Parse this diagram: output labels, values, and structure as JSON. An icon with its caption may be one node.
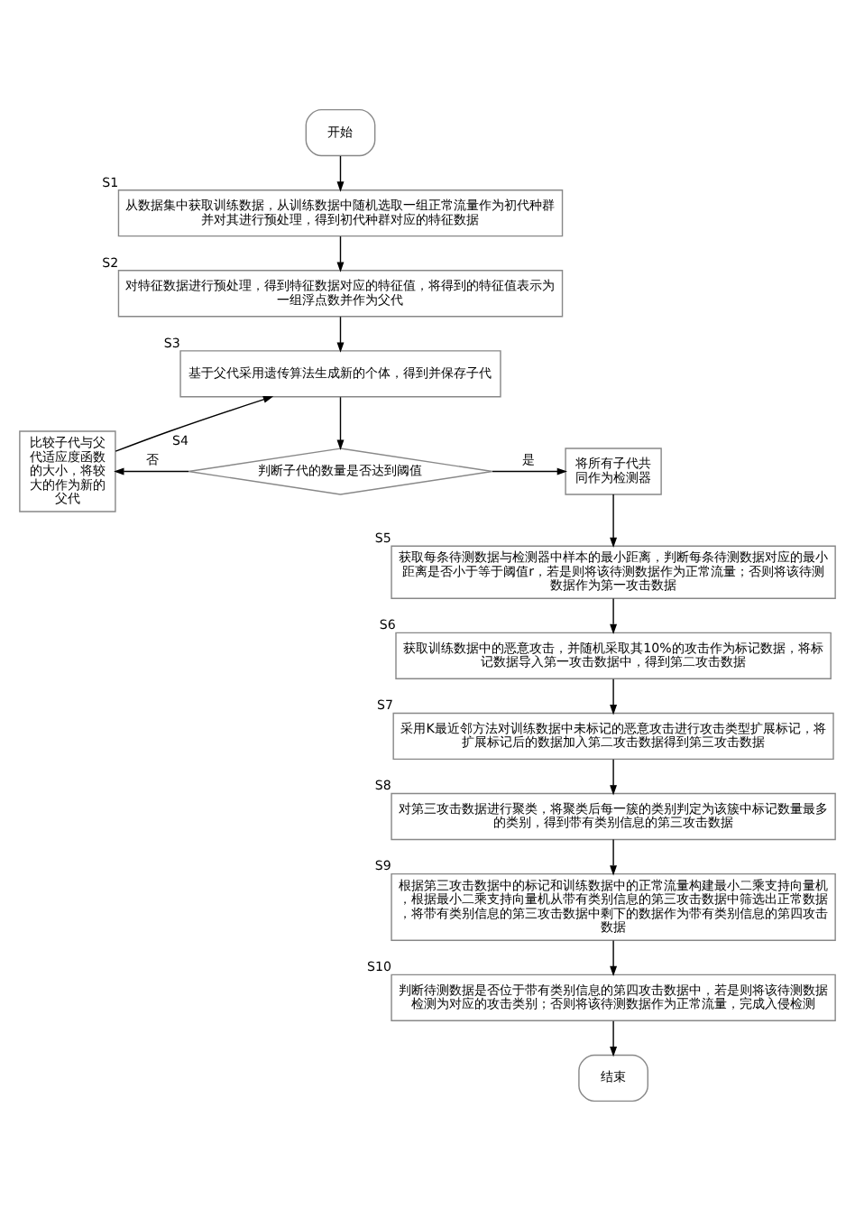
{
  "diagram": {
    "nodes": [
      {
        "text": [
          "开始"
        ]
      },
      {
        "text": [
          "从数据集中获取训练数据，从训练数据中随机选取一组正常流量作为初代种群并对其进行预处理，得到初代种群对应的特征数据"
        ],
        "beside": [
          "S1"
        ]
      },
      {
        "text": [
          "对特征数据进行预处理，得到特征数据对应的特征值，将得到的特征值表示为一组浮点数并作为父代"
        ],
        "beside": [
          "S2"
        ]
      },
      {
        "text": [
          "基于父代采用遗传算法生成新的个体，得到并保存子代"
        ],
        "beside": [
          "S3"
        ]
      },
      {
        "text": [
          "判断子代的数量是否达到阈值"
        ],
        "beside": [
          "S4"
        ]
      },
      {
        "text": [
          "比较子代与父代适应度函数的大小，将较大的作为新的父代"
        ]
      },
      {
        "text": [
          "将所有子代共同作为检测器"
        ]
      },
      {
        "text": [
          "获取每条待测数据与检测器中样本的最小距离，判断每条待测数据对应的最小距离是否小于等于阈值r，若是则将该待测数据作为正常流量；否则将该待测数据作为第一攻击数据"
        ],
        "beside": [
          "S5"
        ]
      },
      {
        "text": [
          "获取训练数据中的恶意攻击，并随机采取其10%的攻击作为标记数据，将标记数据导入第一攻击数据中，得到第二攻击数据"
        ],
        "beside": [
          "S6"
        ]
      },
      {
        "text": [
          "采用K最近邻方法对训练数据中未标记的恶意攻击进行攻击类型扩展标记，将扩展标记后的数据加入第二攻击数据得到第三攻击数据"
        ],
        "beside": [
          "S7"
        ]
      },
      {
        "text": [
          "对第三攻击数据进行聚类，将聚类后每一簇的类别判定为该簇中标记数量最多的类别，得到带有类别信息的第三攻击数据"
        ],
        "beside": [
          "S8"
        ]
      },
      {
        "text": [
          "根据第三攻击数据中的标记和训练数据中的正常流量构建最小二乘支持向量机，根据最小二乘支持向量机从带有类别信息的第三攻击数据中筛选出正常数据，将带有类别信息的第三攻击数据中剩下的数据作为带有类别信息的第四攻击数据"
        ],
        "beside": [
          "S9"
        ]
      },
      {
        "text": [
          "判断待测数据是否位于带有类别信息的第四攻击数据中，若是则将该待测数据检测为对应的攻击类别；否则将该待测数据作为正常流量，完成入侵检测"
        ],
        "beside": [
          "S10"
        ]
      },
      {
        "text": [
          "结束"
        ]
      }
    ],
    "edges": [
      {
        "from": 0,
        "to": 1,
        "arrow": "to"
      },
      {
        "from": 1,
        "to": 2,
        "arrow": "to"
      },
      {
        "from": 2,
        "to": 3,
        "arrow": "to"
      },
      {
        "from": 3,
        "to": 4,
        "arrow": "to"
      },
      {
        "from": 4,
        "to": 5,
        "arrow": "to",
        "label": "否"
      },
      {
        "from": 4,
        "to": 6,
        "arrow": "to",
        "label": "是"
      },
      {
        "from": 5,
        "to": 3,
        "arrow": "to"
      },
      {
        "from": 6,
        "to": 7,
        "arrow": "to"
      },
      {
        "from": 7,
        "to": 8,
        "arrow": "to"
      },
      {
        "from": 8,
        "to": 9,
        "arrow": "to"
      },
      {
        "from": 9,
        "to": 10,
        "arrow": "to"
      },
      {
        "from": 10,
        "to": 11,
        "arrow": "to"
      },
      {
        "from": 11,
        "to": 12,
        "arrow": "to"
      },
      {
        "from": 12,
        "to": 13,
        "arrow": "to"
      }
    ]
  }
}
